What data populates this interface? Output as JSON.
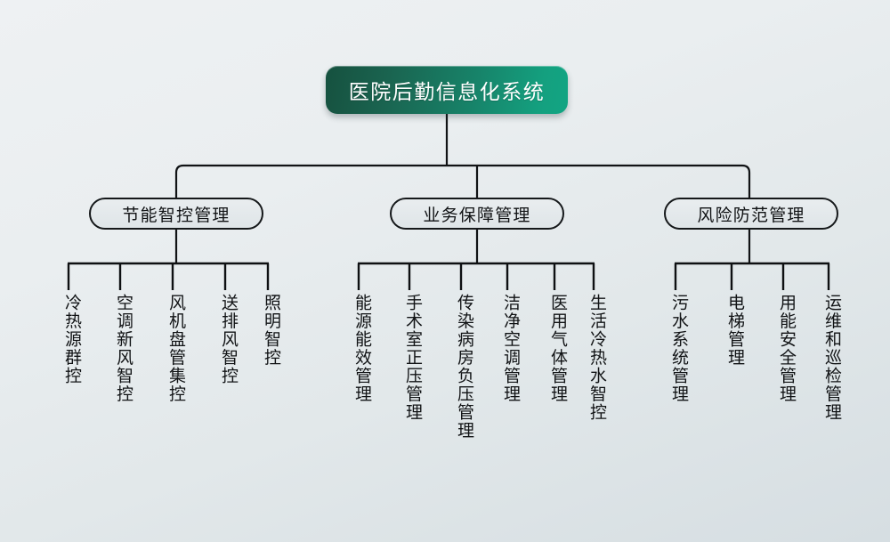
{
  "diagram": {
    "title": "医院后勤信息化系统",
    "type": "organizational-tree",
    "background_top_color": "#eef1f3",
    "background_bottom_color": "#d6dee2",
    "root_gradient_start": "#16513f",
    "root_gradient_end": "#12a583",
    "root_text_color": "#ffffff",
    "node_border_color": "#15181a",
    "node_fill_color": "#e6eaed",
    "connector_color": "#111315",
    "branches": [
      {
        "label": "节能智控管理",
        "leaves": [
          {
            "label": "冷热源群控"
          },
          {
            "label": "空调新风智控"
          },
          {
            "label": "风机盘管集控"
          },
          {
            "label": "送排风智控"
          },
          {
            "label": "照明智控"
          }
        ]
      },
      {
        "label": "业务保障管理",
        "leaves": [
          {
            "label": "能源能效管理"
          },
          {
            "label": "手术室正压管理"
          },
          {
            "label": "传染病房负压管理"
          },
          {
            "label": "洁净空调管理"
          },
          {
            "label": "医用气体管理"
          },
          {
            "label": "生活冷热水智控"
          }
        ]
      },
      {
        "label": "风险防范管理",
        "leaves": [
          {
            "label": "污水系统管理"
          },
          {
            "label": "电梯管理"
          },
          {
            "label": "用能安全管理"
          },
          {
            "label": "运维和巡检管理"
          }
        ]
      }
    ]
  }
}
